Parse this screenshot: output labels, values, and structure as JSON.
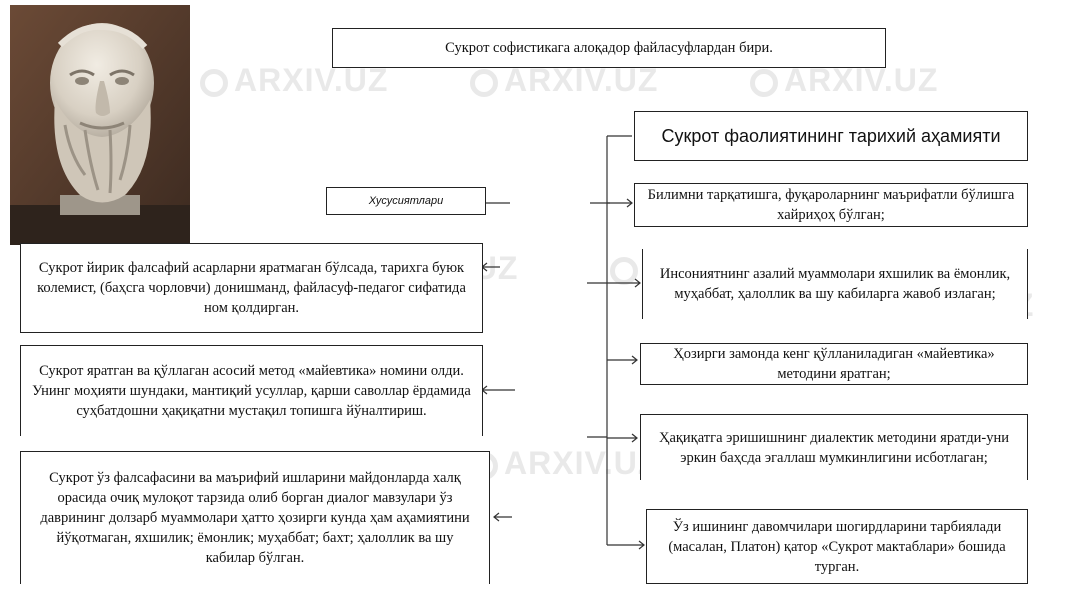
{
  "watermark": "ARXIV.UZ",
  "top_box": "Сукрот софистикага алоқадор файласуфлардан бири.",
  "title_box": "Сукрот фаолиятининг тарихий аҳамияти",
  "features_label": "Хусусиятлари",
  "left_boxes": [
    "Сукрот йирик фалсафий асарларни яратмаган бўлсада, тарихга буюк колемист, (баҳсга чорловчи) донишманд, файласуф-педагог сифатида ном қолдирган.",
    "Сукрот яратган ва қўллаган асосий метод «майевтика» номини олди. Унинг моҳияти шундаки, мантиқий усуллар, қарши саволлар ёрдамида суҳбатдошни ҳақиқатни мустақил топишга йўналтириш.",
    "Сукрот ўз фалсафасини ва маърифий ишларини майдонларда халқ орасида очиқ мулоқот тарзида олиб борган диалог мавзулари ўз даврининг долзарб муаммолари ҳатто ҳозирги кунда ҳам аҳамиятини йўқотмаган, яхшилик; ёмонлик; муҳаббат; бахт; ҳалоллик ва шу кабилар бўлган."
  ],
  "right_boxes": [
    "Билимни тарқатишга, фуқароларнинг маърифатли бўлишга хайриҳоҳ бўлган;",
    "Инсониятнинг азалий муаммолари яхшилик ва ёмонлик, муҳаббат, ҳалоллик ва шу кабиларга жавоб излаган;",
    "Ҳозирги замонда кенг қўлланиладиган «майевтика» методини яратган;",
    "Ҳақиқатга эришишнинг диалектик методини яратди-уни эркин баҳсда эгаллаш мумкинлигини исботлаган;",
    "Ўз ишининг давомчилари шогирдларини тарбиялади (масалан, Платон) қатор «Сукрот мактаблари» бошида турган."
  ],
  "colors": {
    "border": "#222222",
    "line": "#333333",
    "watermark": "#e9e9e9"
  },
  "image": "socrates-bust-photo"
}
